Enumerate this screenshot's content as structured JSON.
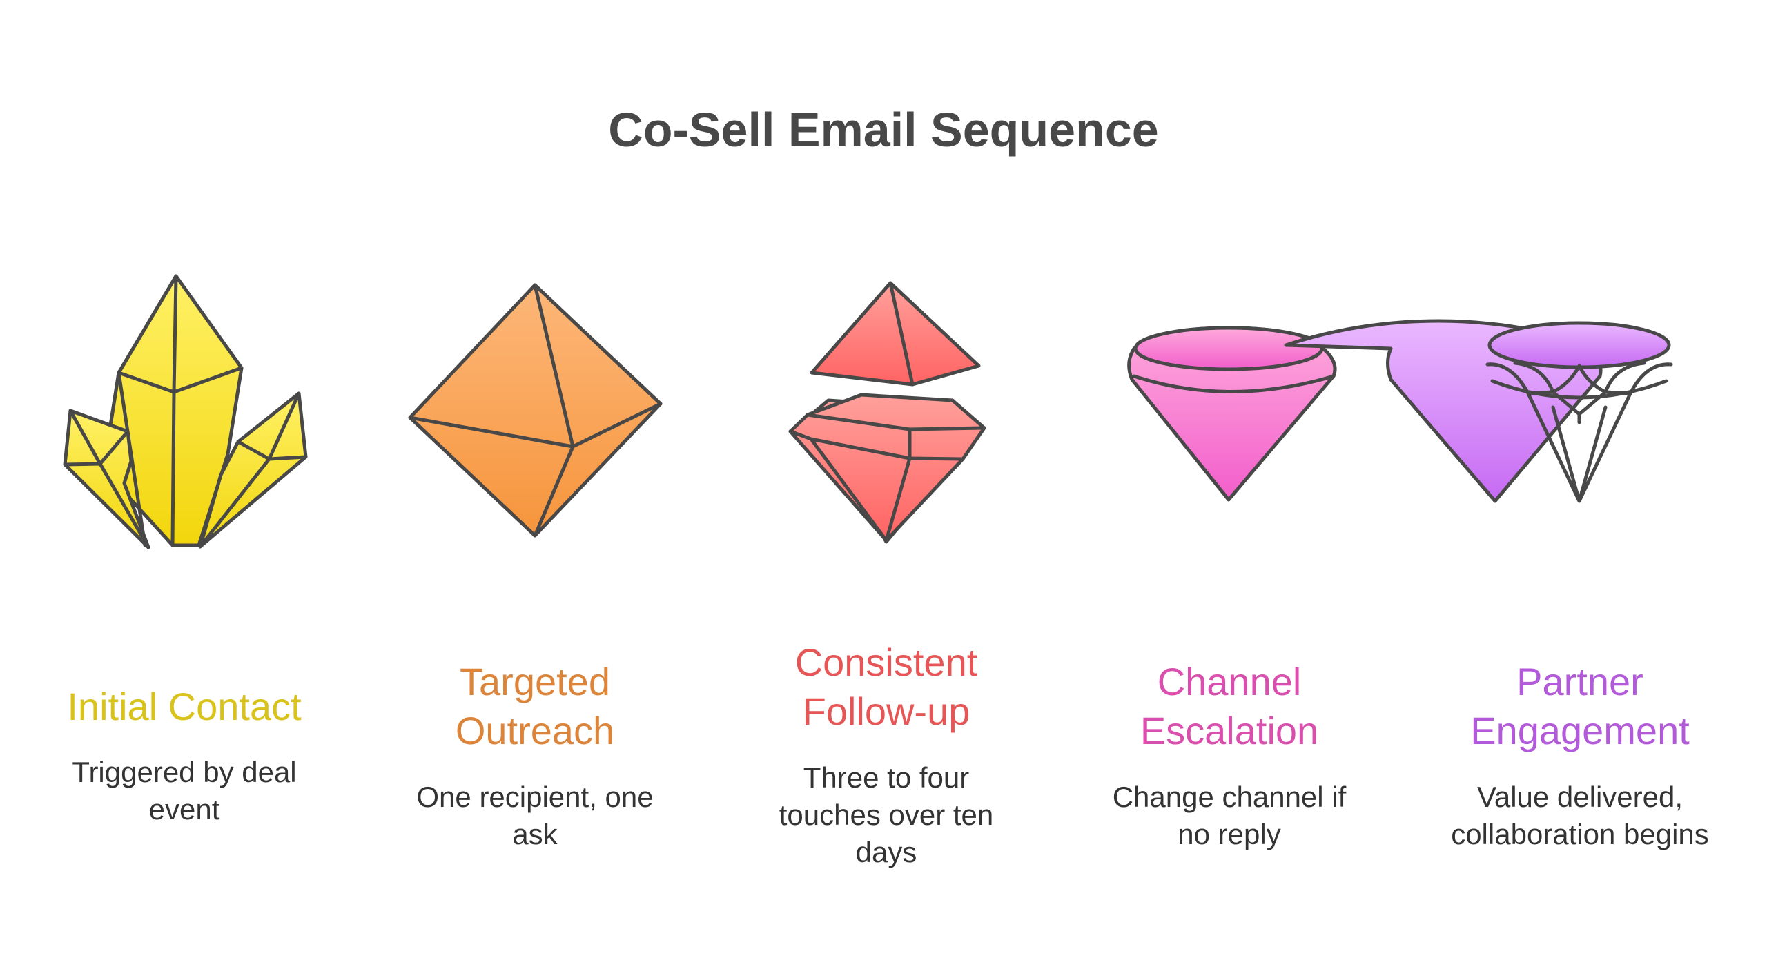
{
  "title": "Co-Sell Email Sequence",
  "steps": [
    {
      "title_lines": [
        "Initial Contact"
      ],
      "desc_lines": [
        "Triggered by deal",
        "event"
      ],
      "color": "#d9c21a",
      "icon": "crystal-cluster-icon"
    },
    {
      "title_lines": [
        "Targeted",
        "Outreach"
      ],
      "desc_lines": [
        "One recipient, one",
        "ask"
      ],
      "color": "#dc853a",
      "icon": "octahedron-gem-icon"
    },
    {
      "title_lines": [
        "Consistent",
        "Follow-up"
      ],
      "desc_lines": [
        "Three to four",
        "touches over ten",
        "days"
      ],
      "color": "#e65656",
      "icon": "split-gem-icon"
    },
    {
      "title_lines": [
        "Channel",
        "Escalation"
      ],
      "desc_lines": [
        "Change channel if",
        "no reply"
      ],
      "color": "#da4ead",
      "icon": "smooth-diamond-icon"
    },
    {
      "title_lines": [
        "Partner",
        "Engagement"
      ],
      "desc_lines": [
        "Value delivered,",
        "collaboration begins"
      ],
      "color": "#b25ad9",
      "icon": "faceted-diamond-icon"
    }
  ]
}
